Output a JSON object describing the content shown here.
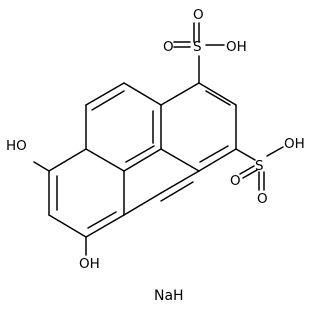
{
  "molecule": {
    "atoms": {
      "sulfonic_top": {
        "sulfur": "S",
        "oxygen_upper": "O",
        "oxygen_left": "O",
        "hydroxyl": "OH"
      },
      "sulfonic_right": {
        "sulfur": "S",
        "oxygen_right": "OH",
        "oxygen_lower": "O",
        "oxygen_left": "O"
      },
      "hydroxyl_left": "HO",
      "hydroxyl_lower": "OH"
    },
    "counter_ion": "NaH"
  }
}
